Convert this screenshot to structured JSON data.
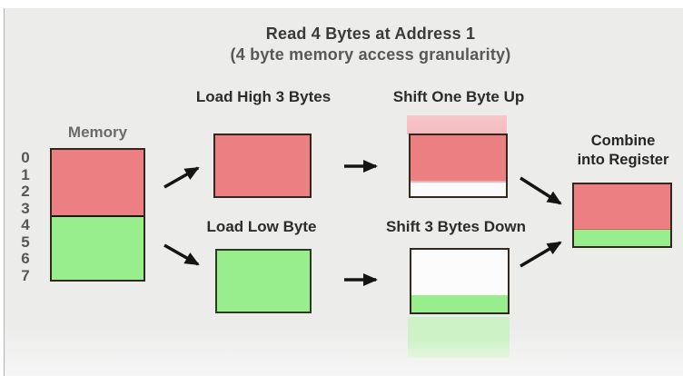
{
  "title": {
    "line1": "Read 4 Bytes at Address 1",
    "line2": "(4 byte memory access granularity)"
  },
  "memory": {
    "label": "Memory",
    "indices": [
      "0",
      "1",
      "2",
      "3",
      "4",
      "5",
      "6",
      "7"
    ]
  },
  "steps": {
    "load_high": {
      "label": "Load High 3 Bytes"
    },
    "load_low": {
      "label": "Load Low Byte"
    },
    "shift_up": {
      "label": "Shift One Byte Up"
    },
    "shift_down": {
      "label": "Shift 3 Bytes Down"
    },
    "combine": {
      "label_line1": "Combine",
      "label_line2": "into Register"
    }
  },
  "colors": {
    "high_bytes": "#ec7f82",
    "low_byte": "#98ee8c",
    "ghost_high": "#f4b9be",
    "ghost_low": "#cdf2c6",
    "background": "#ececeb",
    "arrow": "#141414"
  }
}
